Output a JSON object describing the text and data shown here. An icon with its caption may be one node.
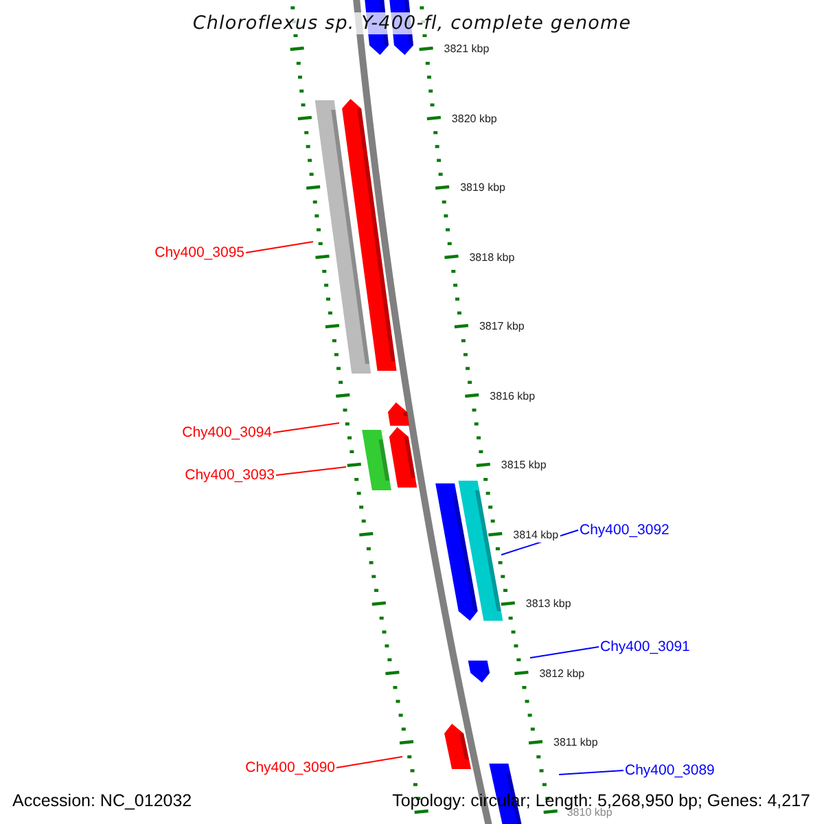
{
  "diagram": {
    "title": "Chloroflexus sp. Y-400-fl, complete genome",
    "nodes": [
      {
        "text": [
          "Chy400_3095"
        ]
      },
      {
        "text": [
          "Chy400_3094"
        ]
      },
      {
        "text": [
          "Chy400_3093"
        ]
      },
      {
        "text": [
          "Chy400_3092"
        ]
      },
      {
        "text": [
          "Chy400_3091"
        ]
      },
      {
        "text": [
          "Chy400_3090"
        ]
      },
      {
        "text": [
          "Chy400_3089"
        ]
      }
    ],
    "edges": [
      {
        "from": 0,
        "to": null,
        "arrow": "none"
      },
      {
        "from": 1,
        "to": null,
        "arrow": "none"
      },
      {
        "from": 2,
        "to": null,
        "arrow": "none"
      },
      {
        "from": 3,
        "to": null,
        "arrow": "none",
        "color": "#0000ff"
      },
      {
        "from": 4,
        "to": null,
        "arrow": "none",
        "color": "#0000ff"
      },
      {
        "from": 5,
        "to": null,
        "arrow": "none"
      },
      {
        "from": 6,
        "to": null,
        "arrow": "none",
        "color": "#0000ff"
      }
    ],
    "labels": [
      "3821 kbp",
      "3820 kbp",
      "3819 kbp",
      "3818 kbp",
      "3817 kbp",
      "3816 kbp",
      "3815 kbp",
      "3814 kbp",
      "3813 kbp",
      "3812 kbp",
      "3811 kbp",
      "3810 kbp",
      "Accession: NC_012032",
      "Topology: circular; Length: 5,268,950 bp; Genes: 4,217"
    ]
  }
}
